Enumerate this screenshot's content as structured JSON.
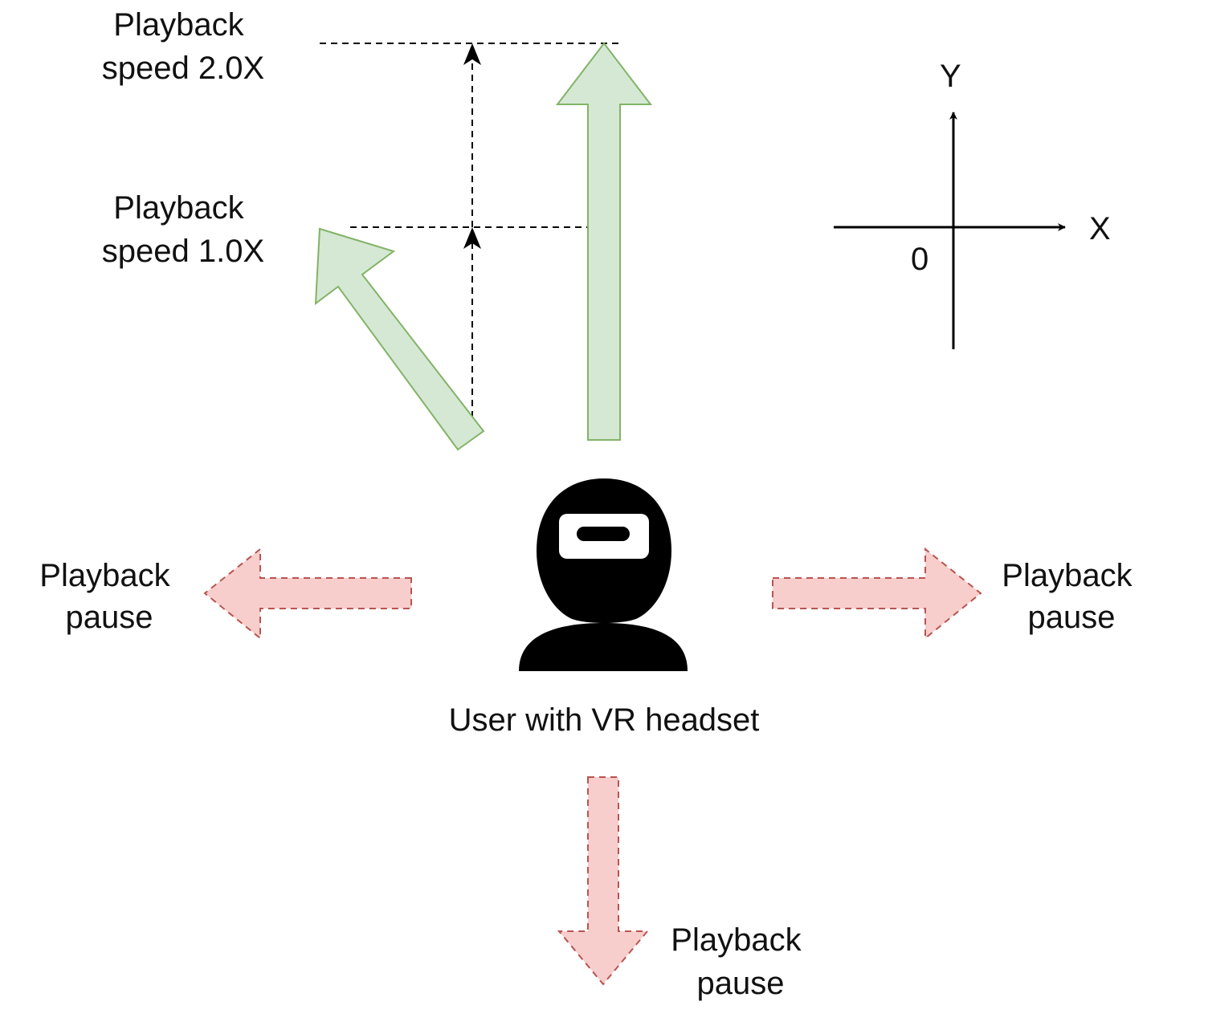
{
  "labels": {
    "speed_2x": [
      "Playback",
      "speed 2.0X"
    ],
    "speed_1x": [
      "Playback",
      "speed 1.0X"
    ],
    "pause_left": [
      "Playback",
      "pause"
    ],
    "pause_right": [
      "Playback",
      "pause"
    ],
    "pause_down": [
      "Playback",
      "pause"
    ],
    "user": "User with VR headset"
  },
  "axes": {
    "x": "X",
    "y": "Y",
    "origin": "0"
  },
  "colors": {
    "speed_fill": "#d5e8d4",
    "speed_stroke": "#82b366",
    "pause_fill": "#f8cecc",
    "pause_stroke": "#b85450",
    "ink": "#000000"
  },
  "icons": {
    "user": "vr-headset-user-icon"
  }
}
